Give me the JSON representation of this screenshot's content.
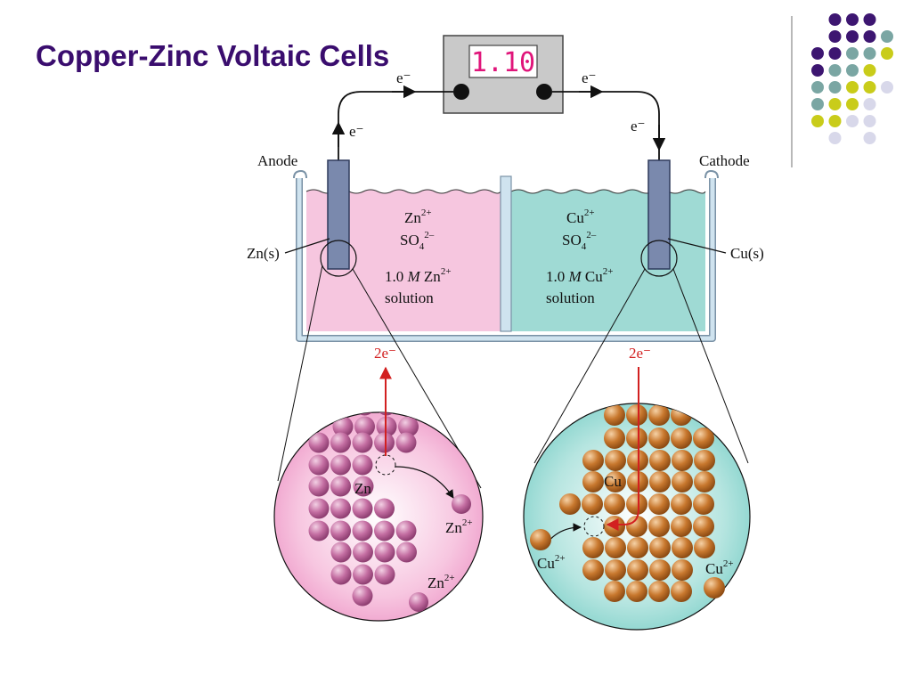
{
  "title": "Copper-Zinc Voltaic Cells",
  "colors": {
    "title": "#3a0d6e",
    "anode_solution": "#f6c6df",
    "cathode_solution": "#9fdad4",
    "beaker": "#cfe3ef",
    "electrode": "#7a89ad",
    "zn_atom": "#c46ea2",
    "cu_atom": "#c8782e",
    "electron_arrow": "#d22020",
    "meter_digits": "#e0157a",
    "dot_purple": "#3d1671",
    "dot_teal": "#7aa6a3",
    "dot_yellow": "#c9cc1a",
    "dot_lavender": "#d8d8ea"
  },
  "meter": {
    "reading": "1.10"
  },
  "electron_labels": {
    "top_left": "e⁻",
    "top_right": "e⁻",
    "left_wire": "e⁻",
    "right_wire": "e⁻"
  },
  "labels": {
    "anode": "Anode",
    "cathode": "Cathode",
    "zn_s": "Zn(s)",
    "cu_s": "Cu(s)"
  },
  "anode_solution": {
    "ion1": "Zn",
    "ion1_charge": "2+",
    "ion2": "SO",
    "ion2_sub": "4",
    "ion2_charge": "2–",
    "conc": "1.0",
    "conc_unit": "M",
    "conc_ion": "Zn",
    "conc_charge": "2+",
    "word": "solution"
  },
  "cathode_solution": {
    "ion1": "Cu",
    "ion1_charge": "2+",
    "ion2": "SO",
    "ion2_sub": "4",
    "ion2_charge": "2–",
    "conc": "1.0",
    "conc_unit": "M",
    "conc_ion": "Cu",
    "conc_charge": "2+",
    "word": "solution"
  },
  "zoom_left": {
    "electrons": "2e⁻",
    "atom": "Zn",
    "ion_a": "Zn",
    "ion_a_charge": "2+",
    "ion_b": "Zn",
    "ion_b_charge": "2+"
  },
  "zoom_right": {
    "electrons": "2e⁻",
    "atom": "Cu",
    "ion_a": "Cu",
    "ion_a_charge": "2+",
    "ion_b": "Cu",
    "ion_b_charge": "2+"
  }
}
